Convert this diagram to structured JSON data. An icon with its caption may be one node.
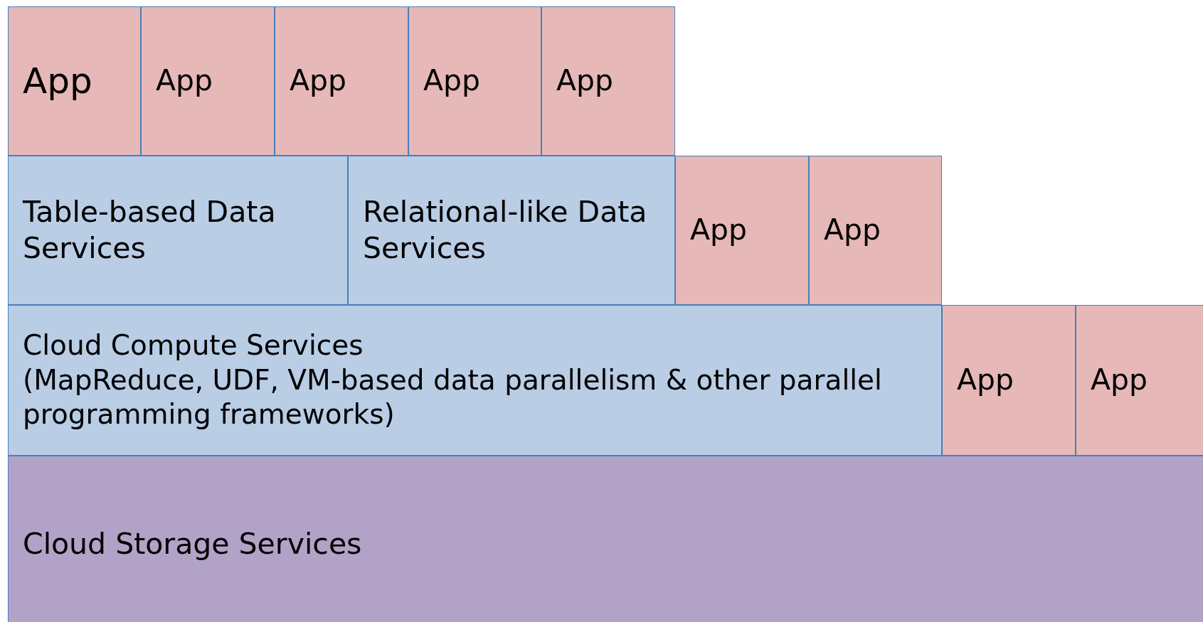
{
  "diagram": {
    "nodes": [
      {
        "text": [
          "App"
        ]
      },
      {
        "text": [
          "App"
        ]
      },
      {
        "text": [
          "App"
        ]
      },
      {
        "text": [
          "App"
        ]
      },
      {
        "text": [
          "App"
        ]
      },
      {
        "text": [
          "Table-based Data Services"
        ]
      },
      {
        "text": [
          "Relational-like Data Services"
        ]
      },
      {
        "text": [
          "App"
        ]
      },
      {
        "text": [
          "App"
        ]
      },
      {
        "text": [
          "Cloud Compute Services",
          "(MapReduce, UDF, VM-based data parallelism & other parallel programming frameworks)"
        ]
      },
      {
        "text": [
          "App"
        ]
      },
      {
        "text": [
          "App"
        ]
      },
      {
        "text": [
          "Cloud Storage Services"
        ]
      }
    ]
  }
}
